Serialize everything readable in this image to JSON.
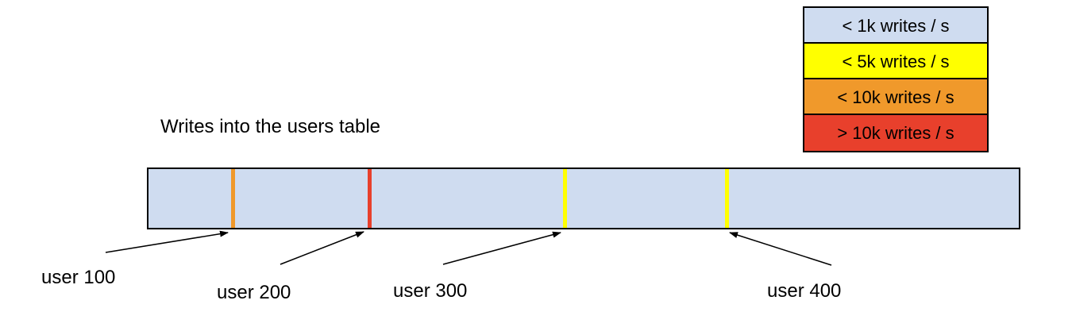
{
  "title": "Writes into the users table",
  "legend": {
    "items": [
      {
        "label": "< 1k writes / s",
        "color": "#CFDCF0"
      },
      {
        "label": "< 5k writes / s",
        "color": "#FFFF00"
      },
      {
        "label": "< 10k writes / s",
        "color": "#F0992B"
      },
      {
        "label": "> 10k writes / s",
        "color": "#E8402C"
      }
    ]
  },
  "bar": {
    "fill": "#CFDCF0",
    "border_color": "#000000"
  },
  "users": [
    {
      "label": "user 100",
      "stripe_color": "#F0992B"
    },
    {
      "label": "user 200",
      "stripe_color": "#E8402C"
    },
    {
      "label": "user 300",
      "stripe_color": "#FFFF00"
    },
    {
      "label": "user 400",
      "stripe_color": "#FFFF00"
    }
  ],
  "arrow_color": "#000000"
}
